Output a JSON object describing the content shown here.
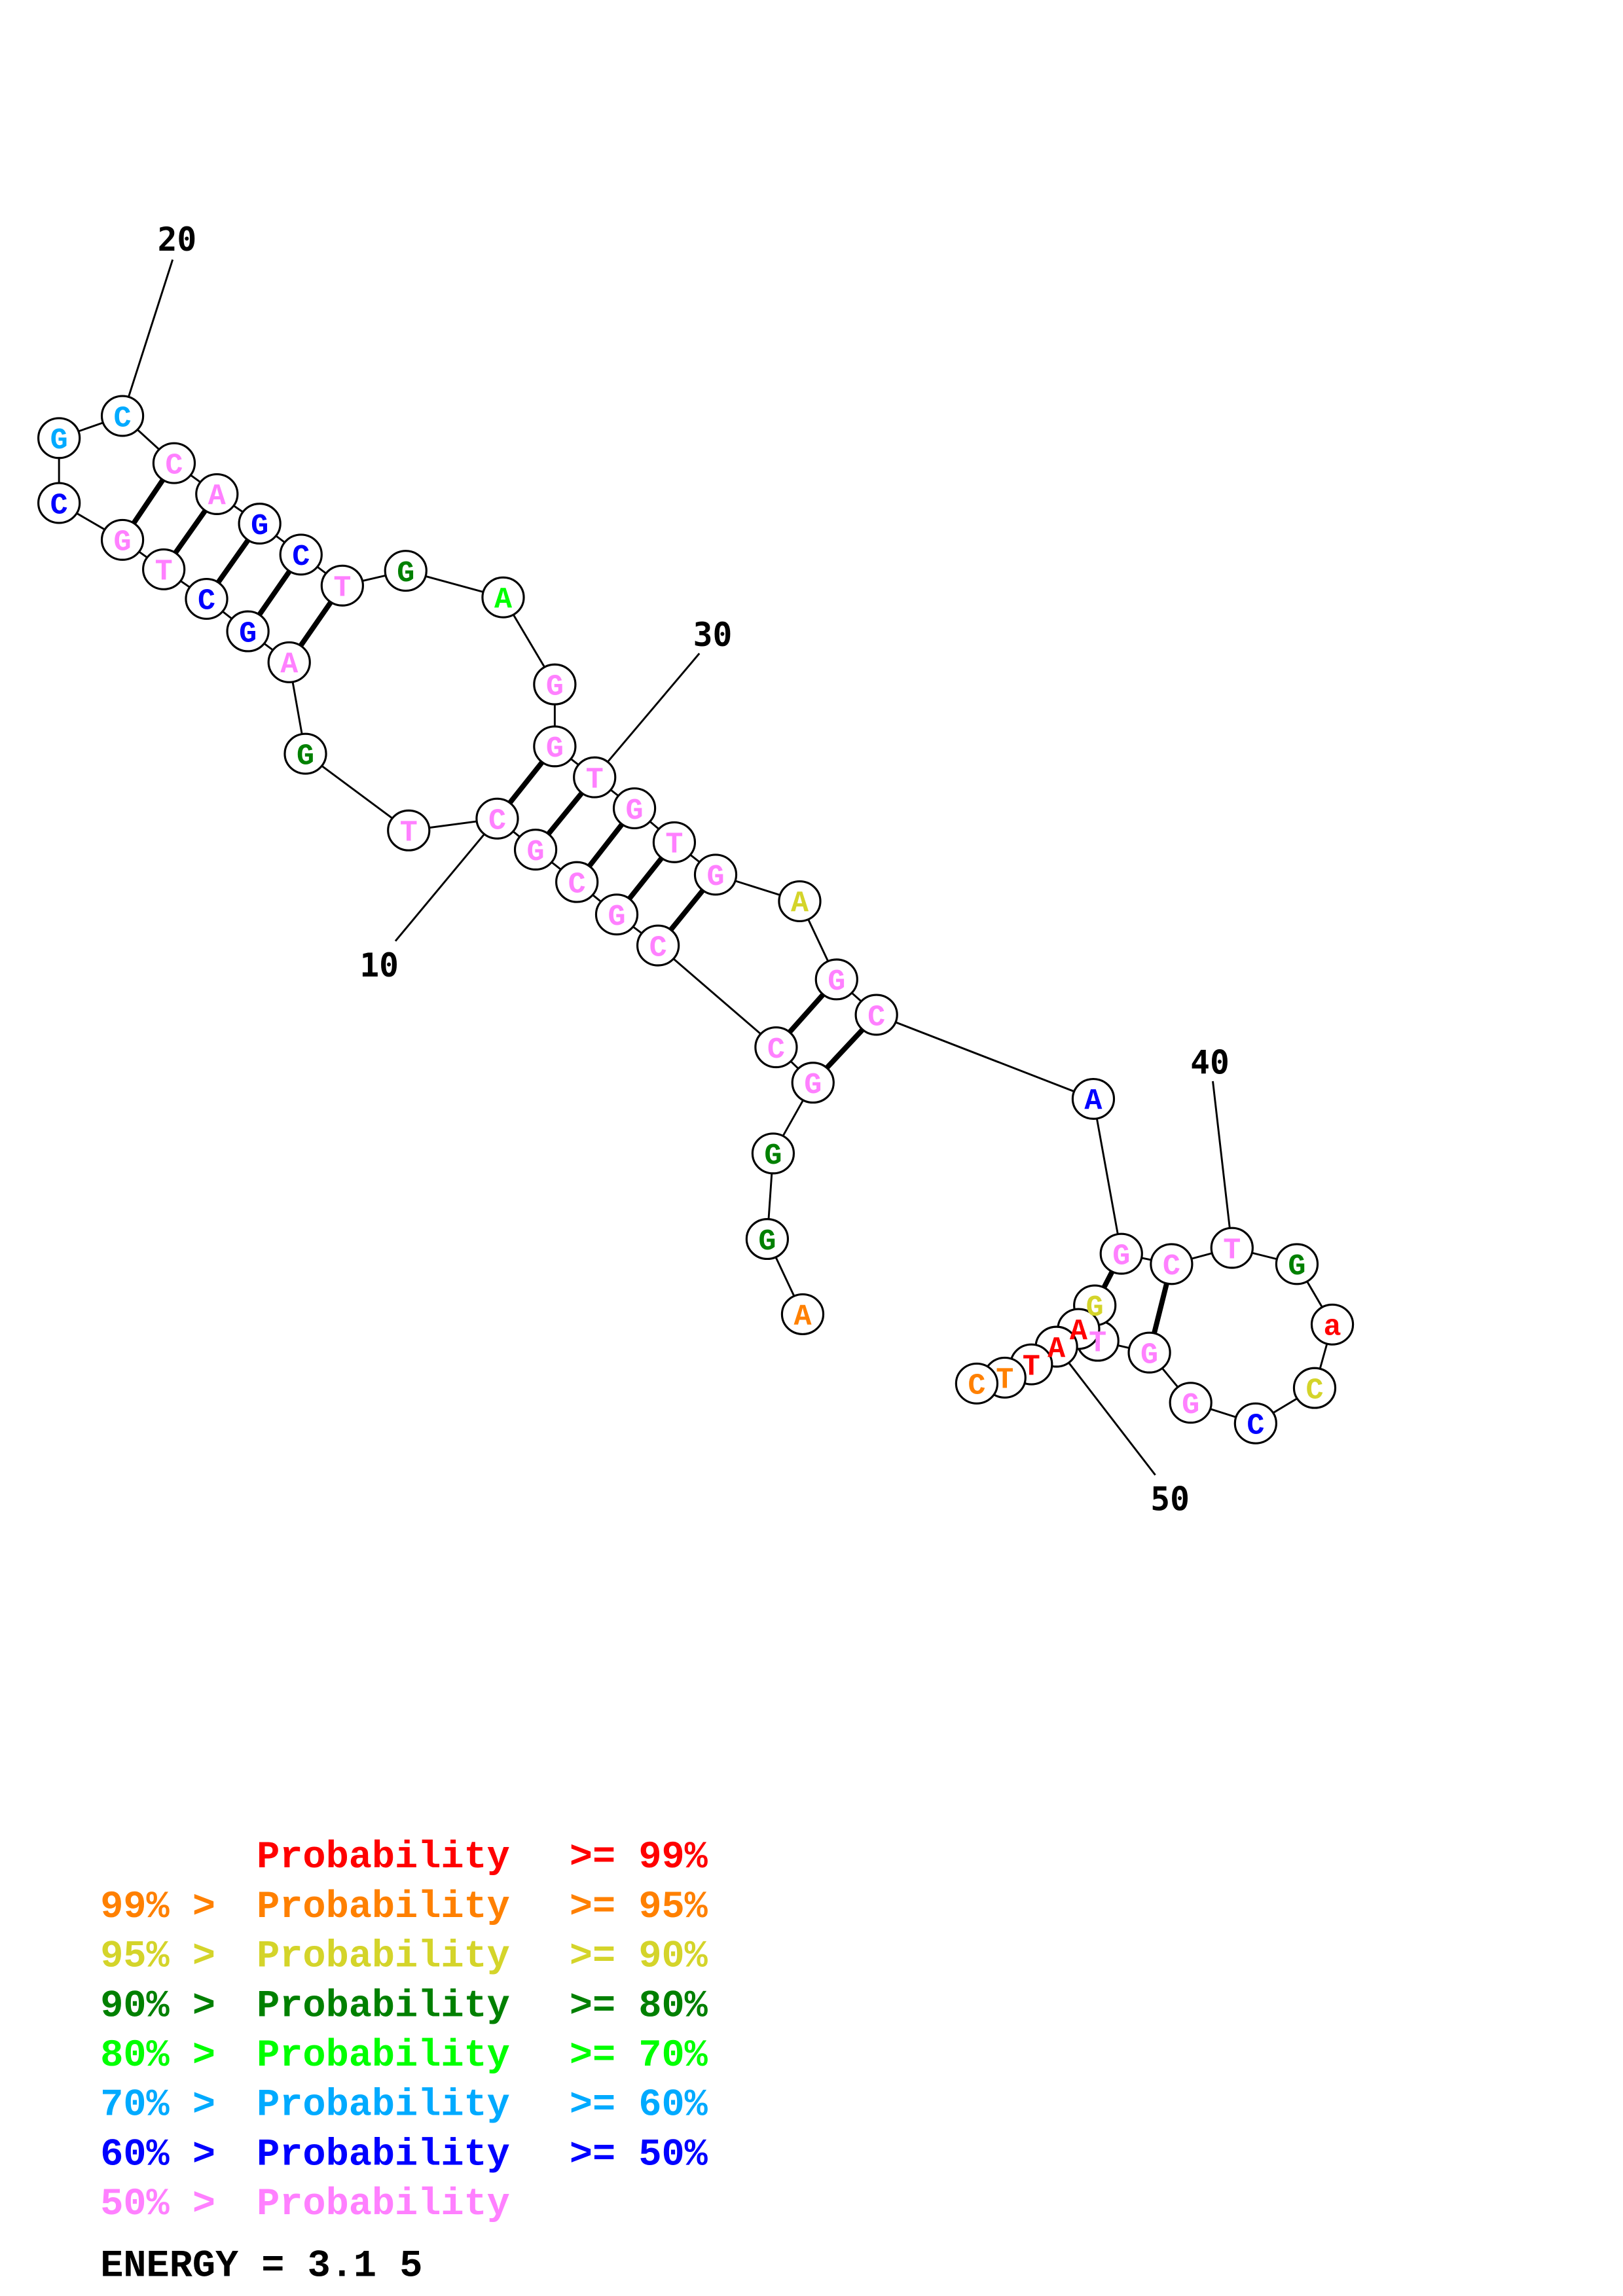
{
  "structure": {
    "sequence": [
      "A",
      "G",
      "G",
      "G",
      "C",
      "C",
      "G",
      "C",
      "G",
      "C",
      "T",
      "G",
      "A",
      "G",
      "C",
      "T",
      "G",
      "C",
      "G",
      "C",
      "C",
      "A",
      "G",
      "C",
      "T",
      "G",
      "A",
      "G",
      "G",
      "T",
      "G",
      "T",
      "G",
      "A",
      "G",
      "C",
      "A",
      "G",
      "C",
      "T",
      "G",
      "a",
      "C",
      "C",
      "G",
      "G",
      "T",
      "G",
      "A",
      "A",
      "T",
      "T",
      "C"
    ],
    "probability_class": [
      1,
      3,
      3,
      7,
      7,
      7,
      7,
      7,
      7,
      7,
      7,
      3,
      7,
      6,
      6,
      7,
      7,
      6,
      5,
      5,
      7,
      7,
      6,
      6,
      7,
      3,
      4,
      7,
      7,
      7,
      7,
      7,
      7,
      2,
      7,
      7,
      6,
      7,
      7,
      7,
      3,
      0,
      2,
      6,
      7,
      7,
      7,
      2,
      0,
      0,
      0,
      1,
      1
    ],
    "pairs": [
      [
        4,
        36
      ],
      [
        5,
        35
      ],
      [
        6,
        33
      ],
      [
        7,
        32
      ],
      [
        8,
        31
      ],
      [
        9,
        30
      ],
      [
        10,
        29
      ],
      [
        13,
        25
      ],
      [
        14,
        24
      ],
      [
        15,
        23
      ],
      [
        16,
        22
      ],
      [
        17,
        21
      ],
      [
        38,
        48
      ],
      [
        39,
        46
      ]
    ],
    "position_labels": [
      {
        "index": 10,
        "text": "10"
      },
      {
        "index": 20,
        "text": "20"
      },
      {
        "index": 30,
        "text": "30"
      },
      {
        "index": 40,
        "text": "40"
      },
      {
        "index": 50,
        "text": "50"
      }
    ]
  },
  "legend": {
    "colors": [
      "#ff0000",
      "#ff8000",
      "#d4d42a",
      "#008000",
      "#00ff00",
      "#00aaff",
      "#0000ff",
      "#ff80ff"
    ],
    "rows": [
      {
        "prefix": "",
        "label": "Probability",
        "suffix": ">= 99%"
      },
      {
        "prefix": "99% >",
        "label": "Probability",
        "suffix": ">= 95%"
      },
      {
        "prefix": "95% >",
        "label": "Probability",
        "suffix": ">= 90%"
      },
      {
        "prefix": "90% >",
        "label": "Probability",
        "suffix": ">= 80%"
      },
      {
        "prefix": "80% >",
        "label": "Probability",
        "suffix": ">= 70%"
      },
      {
        "prefix": "70% >",
        "label": "Probability",
        "suffix": ">= 60%"
      },
      {
        "prefix": "60% >",
        "label": "Probability",
        "suffix": ">= 50%"
      },
      {
        "prefix": "50% >",
        "label": "Probability",
        "suffix": ""
      }
    ]
  },
  "energy": {
    "label": "ENERGY = 3.1  5"
  }
}
